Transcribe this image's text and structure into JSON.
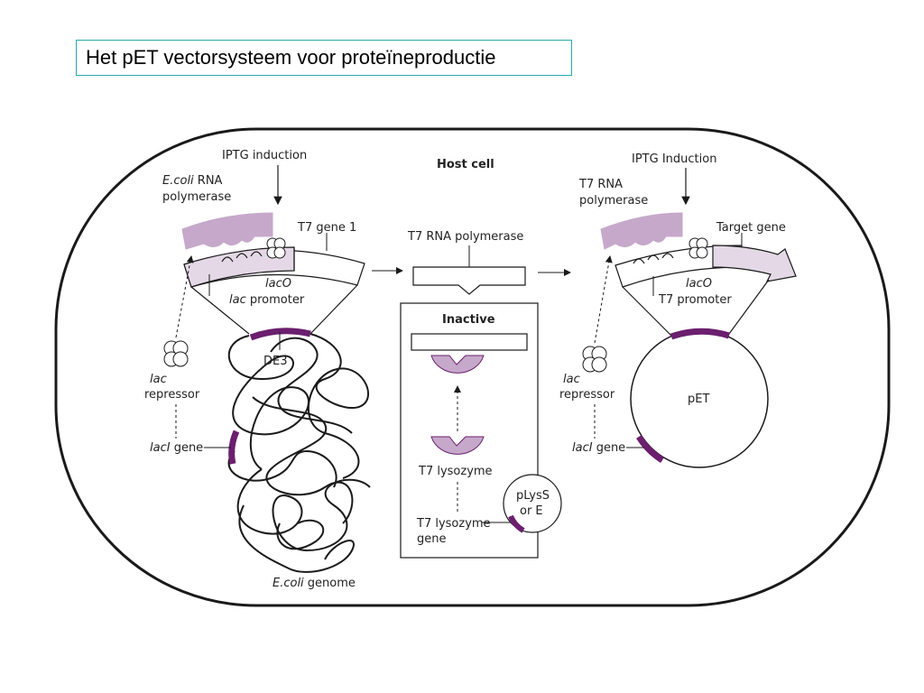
{
  "slide": {
    "title": "Het pET vectorsysteem voor proteïneproductie"
  },
  "diagram": {
    "host_cell": "Host cell",
    "colors": {
      "purple_dark": "#6b1f6e",
      "lavender": "#c6a8cb",
      "lavender_light": "#e4d8e6",
      "outline": "#1a1a1a"
    },
    "left": {
      "iptg": "IPTG induction",
      "rnap_ecoli_italic": "E.coli",
      "rnap_ecoli_rest": " RNA",
      "rnap_line2": "polymerase",
      "t7_gene1": "T7 gene 1",
      "laco": "lacO",
      "promoter_italic": "lac",
      "promoter_rest": " promoter",
      "de3": "DE3",
      "repressor_line1": "lac",
      "repressor_line2": "repressor",
      "laci_italic": "lacI",
      "laci_rest": " gene",
      "genome_italic": "E.coli",
      "genome_rest": " genome"
    },
    "middle": {
      "t7_rnap": "T7 RNA polymerase",
      "inactive": "Inactive",
      "t7_lysozyme": "T7 lysozyme",
      "lysozyme_gene_line1": "T7 lysozyme",
      "lysozyme_gene_line2": "gene",
      "plyss_line1": "pLysS",
      "plyss_line2": "or E"
    },
    "right": {
      "iptg": "IPTG Induction",
      "t7rnap_line1": "T7 RNA",
      "t7rnap_line2": "polymerase",
      "target_gene": "Target gene",
      "laco": "lacO",
      "t7_promoter": "T7 promoter",
      "pet": "pET",
      "repressor_line1": "lac",
      "repressor_line2": "repressor",
      "laci_italic": "lacI",
      "laci_rest": " gene"
    }
  }
}
